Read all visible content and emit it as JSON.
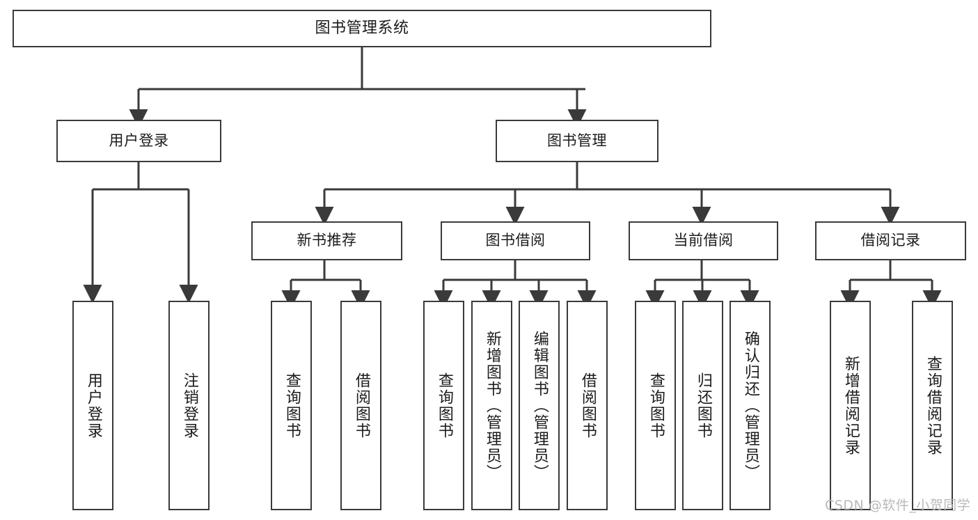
{
  "diagram": {
    "type": "tree-hierarchy",
    "title": "图书管理系统",
    "orientation": "top-down",
    "colors": {
      "background": "#ffffff",
      "box_border": "#3a3a3a",
      "box_fill": "#ffffff",
      "connector": "#3a3a3a",
      "text": "#1b1b1b",
      "watermark": "#b9b9b9"
    },
    "nodes": {
      "root": {
        "label": "图书管理系统"
      },
      "level1": [
        {
          "id": "user-login",
          "label": "用户登录"
        },
        {
          "id": "book-manage",
          "label": "图书管理"
        }
      ],
      "level2": [
        {
          "id": "new-book-recommend",
          "label": "新书推荐"
        },
        {
          "id": "book-borrow",
          "label": "图书借阅"
        },
        {
          "id": "current-borrow",
          "label": "当前借阅"
        },
        {
          "id": "borrow-record",
          "label": "借阅记录"
        }
      ],
      "leaves": {
        "user_login": [
          {
            "id": "leaf-user-login",
            "label": "用户登录"
          },
          {
            "id": "leaf-logout",
            "label": "注销登录"
          }
        ],
        "new_book_recommend": [
          {
            "id": "leaf-query-book-1",
            "label": "查询图书"
          },
          {
            "id": "leaf-borrow-book-1",
            "label": "借阅图书"
          }
        ],
        "book_borrow": [
          {
            "id": "leaf-query-book-2",
            "label": "查询图书"
          },
          {
            "id": "leaf-add-book",
            "label": "新增图书（管理员）"
          },
          {
            "id": "leaf-edit-book",
            "label": "编辑图书（管理员）"
          },
          {
            "id": "leaf-borrow-book-2",
            "label": "借阅图书"
          }
        ],
        "current_borrow": [
          {
            "id": "leaf-query-book-3",
            "label": "查询图书"
          },
          {
            "id": "leaf-return-book",
            "label": "归还图书"
          },
          {
            "id": "leaf-confirm-return",
            "label": "确认归还（管理员）"
          }
        ],
        "borrow_record": [
          {
            "id": "leaf-add-record",
            "label": "新增借阅记录"
          },
          {
            "id": "leaf-query-record",
            "label": "查询借阅记录"
          }
        ]
      }
    }
  },
  "watermark": {
    "text": "CSDN @软件_小贺同学"
  }
}
